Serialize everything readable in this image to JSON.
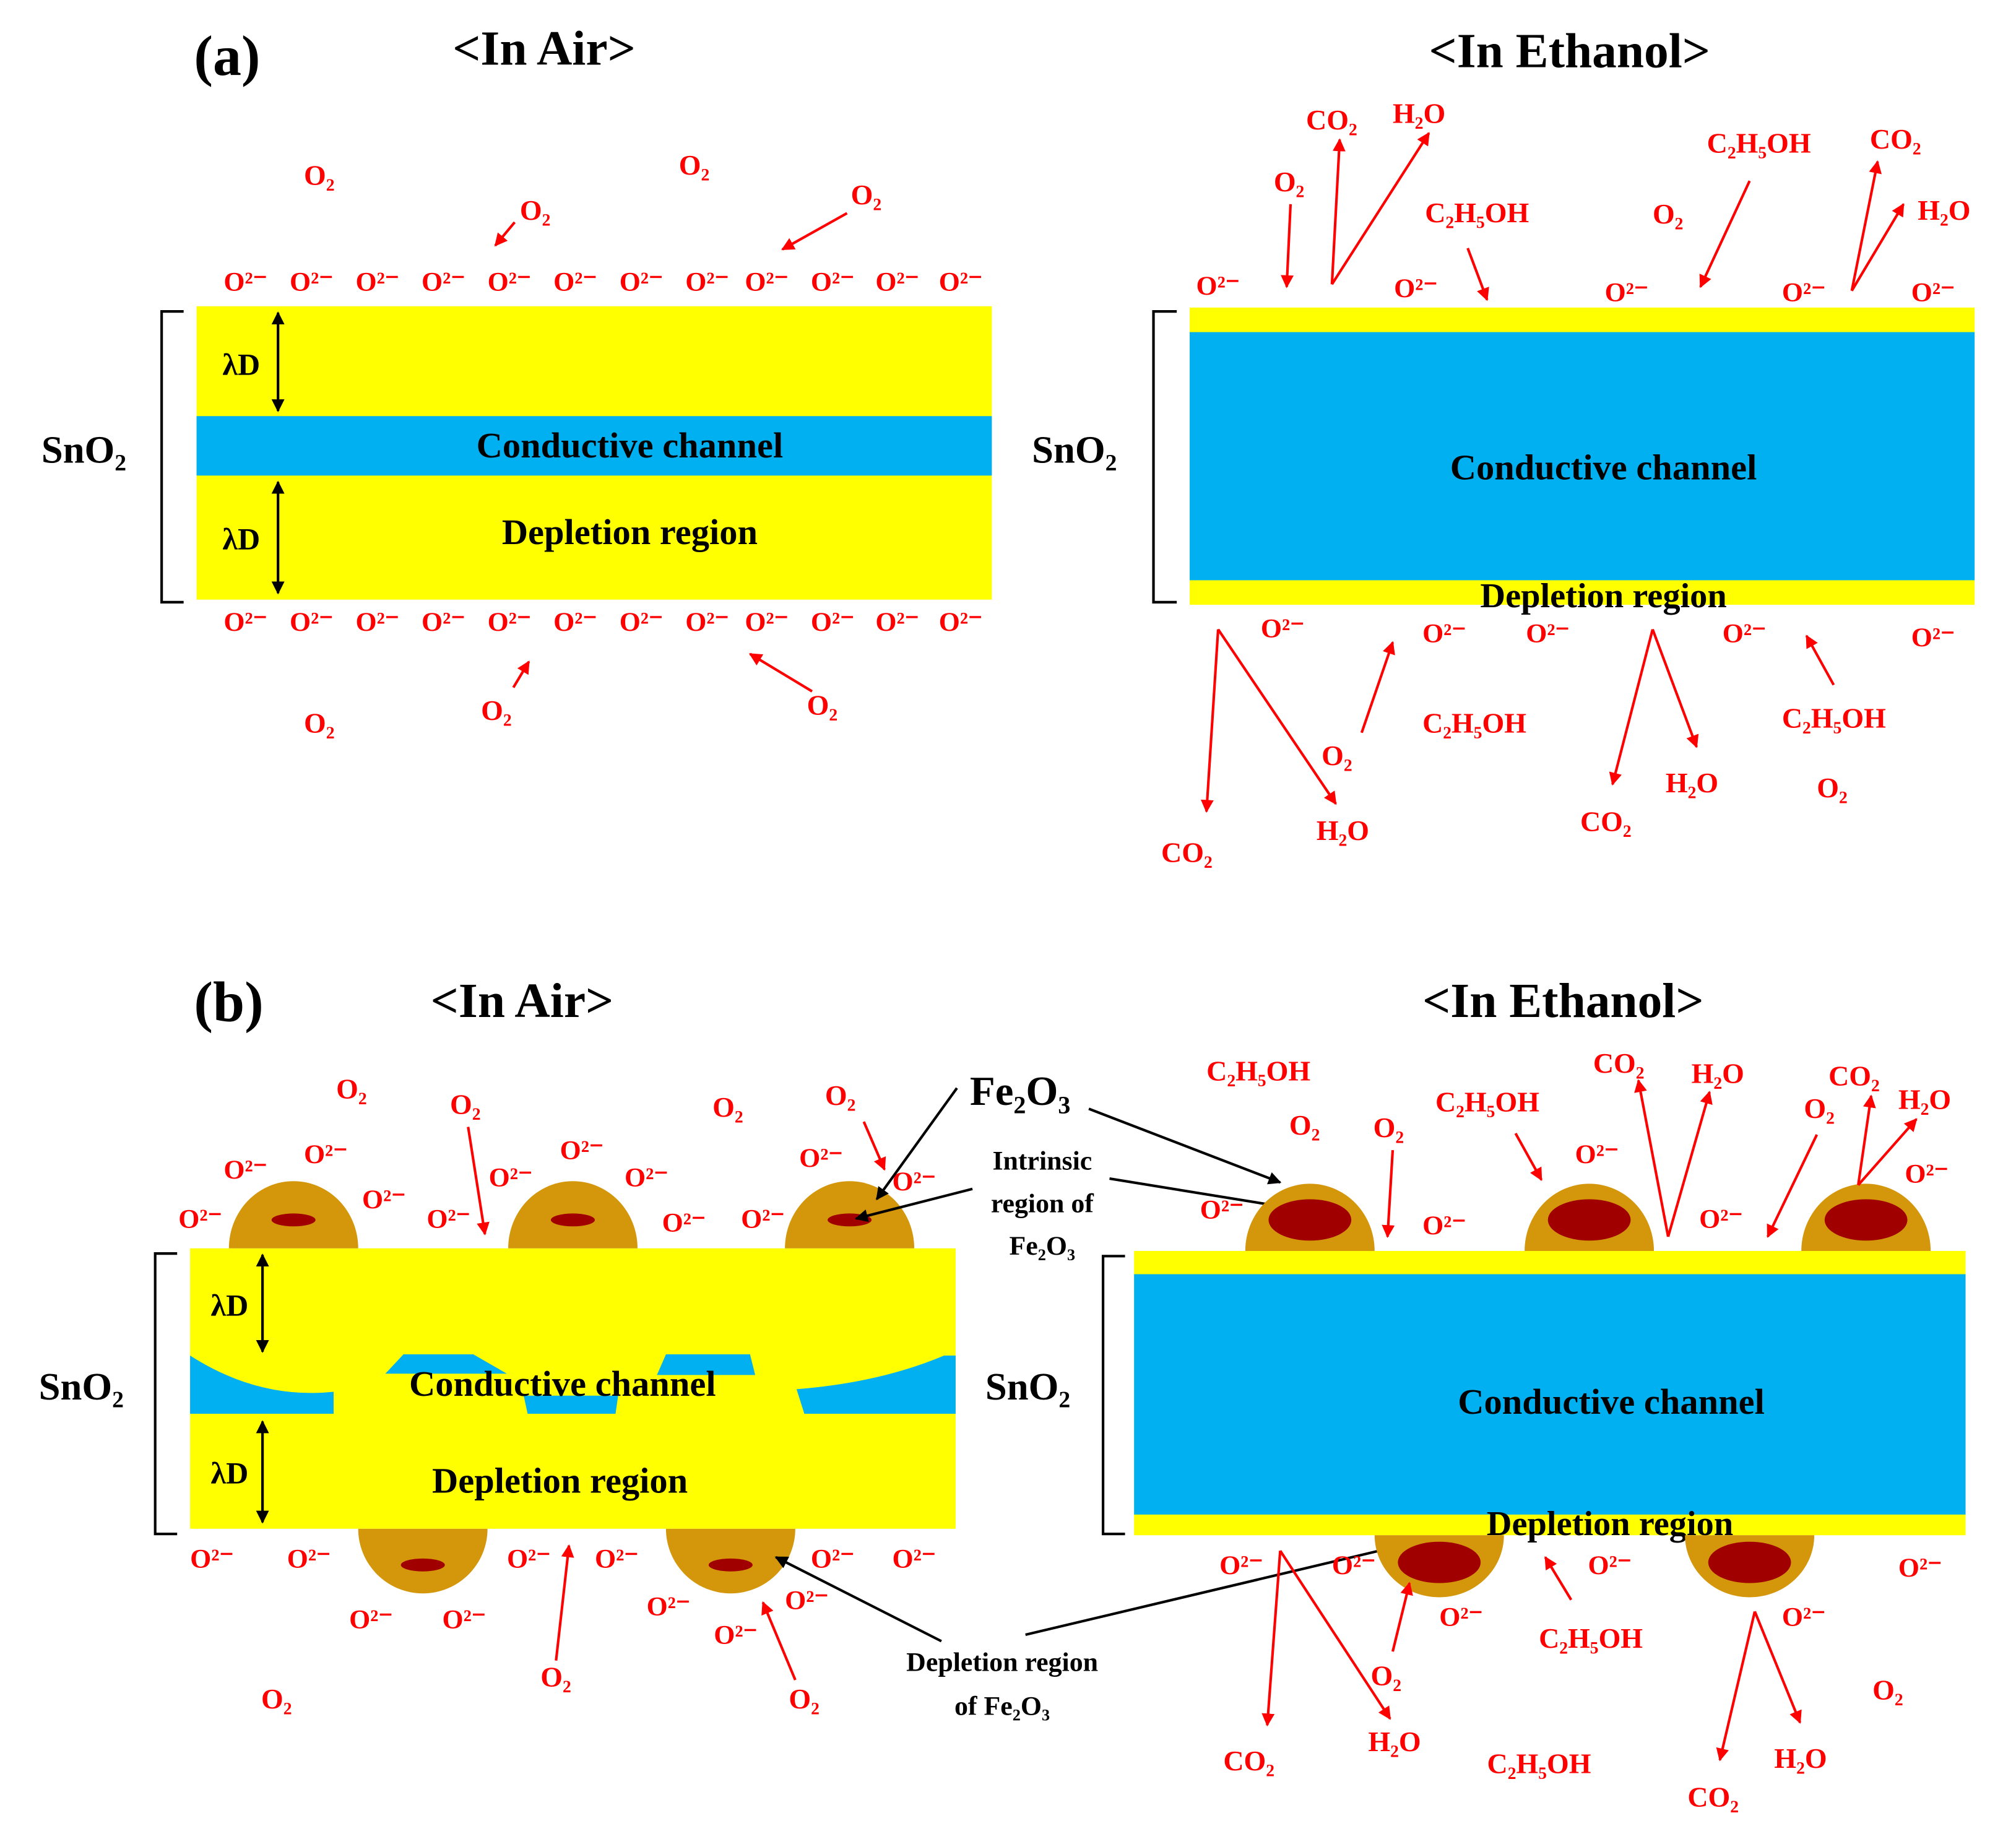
{
  "panel_a": {
    "label": "(a)",
    "air_title": "<In Air>",
    "ethanol_title": "<In Ethanol>",
    "sno2": "SnO₂",
    "lambda_d": "λD",
    "conductive_channel": "Conductive channel",
    "depletion_region": "Depletion region"
  },
  "panel_b": {
    "label": "(b)",
    "air_title": "<In Air>",
    "ethanol_title": "<In Ethanol>",
    "sno2": "SnO₂",
    "lambda_d": "λD",
    "conductive_channel": "Conductive channel",
    "depletion_region": "Depletion region",
    "fe2o3": "Fe₂O₃",
    "intrinsic_line1": "Intrinsic",
    "intrinsic_line2": "region of",
    "intrinsic_line3": "Fe₂O₃",
    "fe_depletion_line1": "Depletion region",
    "fe_depletion_line2": "of Fe₂O₃"
  },
  "species": {
    "o2": "O₂",
    "o2_ion": "O²⁻",
    "co2": "CO₂",
    "h2o": "H₂O",
    "ethanol": "C₂H₅OH"
  },
  "colors": {
    "depletion_yellow": "#ffff00",
    "channel_blue": "#00b0f0",
    "fe2o3_shell": "#d4960a",
    "fe2o3_core": "#a00000",
    "species_red": "#ff0000"
  }
}
